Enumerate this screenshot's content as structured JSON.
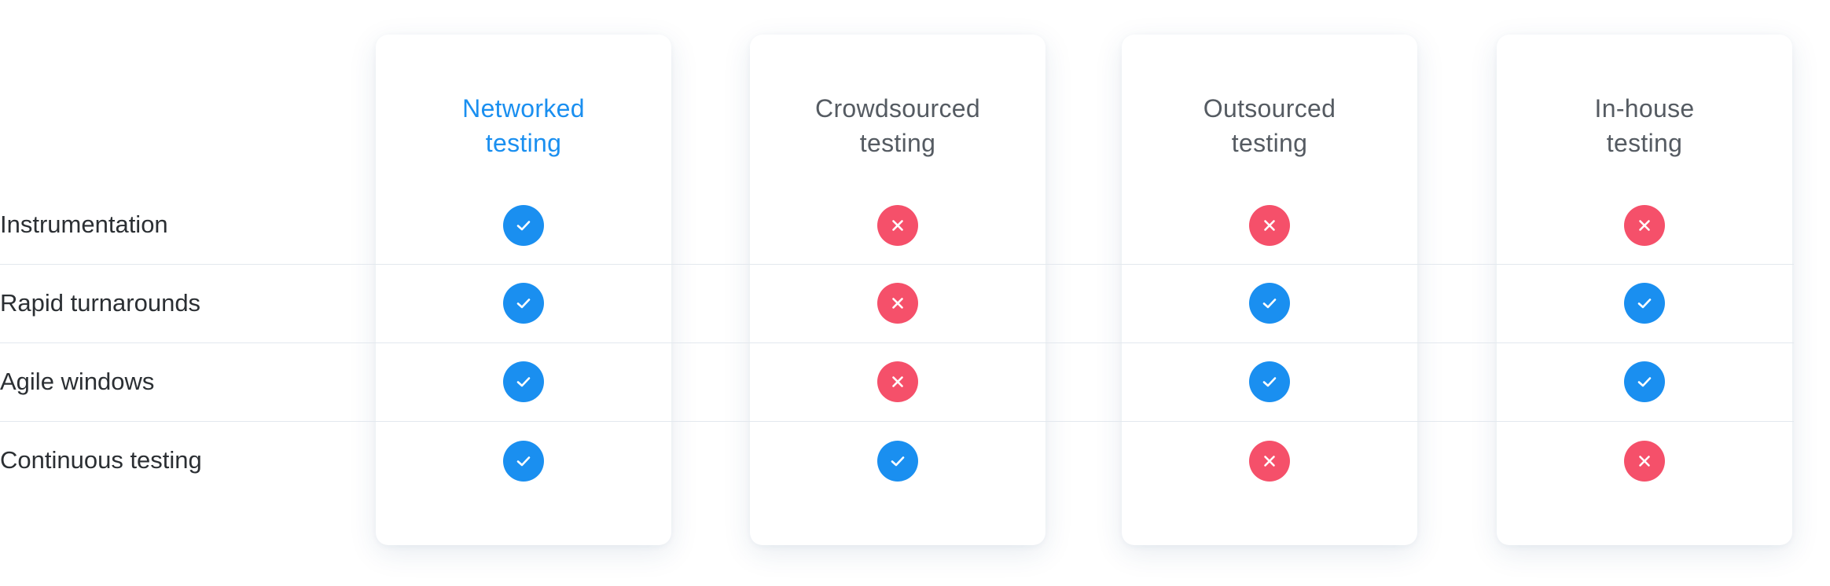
{
  "columns": [
    {
      "title_line1": "Networked",
      "title_line2": "testing",
      "featured": true
    },
    {
      "title_line1": "Crowdsourced",
      "title_line2": "testing",
      "featured": false
    },
    {
      "title_line1": "Outsourced",
      "title_line2": "testing",
      "featured": false
    },
    {
      "title_line1": "In-house",
      "title_line2": "testing",
      "featured": false
    }
  ],
  "rows": [
    {
      "label": "Instrumentation",
      "values": [
        true,
        false,
        false,
        false
      ]
    },
    {
      "label": "Rapid turnarounds",
      "values": [
        true,
        false,
        true,
        true
      ]
    },
    {
      "label": "Agile windows",
      "values": [
        true,
        false,
        true,
        true
      ]
    },
    {
      "label": "Continuous testing",
      "values": [
        true,
        true,
        false,
        false
      ]
    }
  ],
  "colors": {
    "accent": "#1a8ff0",
    "negative": "#f5506a",
    "title_gray": "#555b62",
    "label_text": "#2b2f33",
    "divider": "#e3e8ee"
  },
  "icons": {
    "yes": "check-icon",
    "no": "cross-icon"
  }
}
